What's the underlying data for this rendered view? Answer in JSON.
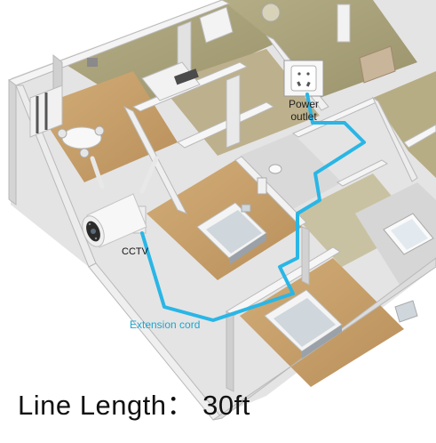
{
  "labels": {
    "power_outlet_line1": "Power",
    "power_outlet_line2": "outlet",
    "camera": "CCTV",
    "extension_cord": "Extension cord",
    "line_length": "Line Length： 30ft"
  },
  "colors": {
    "cable": "#29b6e6",
    "cord_label": "#1aa6d2",
    "wall_top": "#f3f3f3",
    "wall_side": "#cfcfcf",
    "floor_wood": "#c7a06b",
    "floor_olive": "#a9a27a",
    "floor_tile": "#d6d6d6"
  },
  "icons": [
    "power-socket-icon",
    "cctv-camera-icon",
    "bed-icon",
    "bathtub-icon",
    "toilet-icon",
    "dining-table-icon"
  ]
}
